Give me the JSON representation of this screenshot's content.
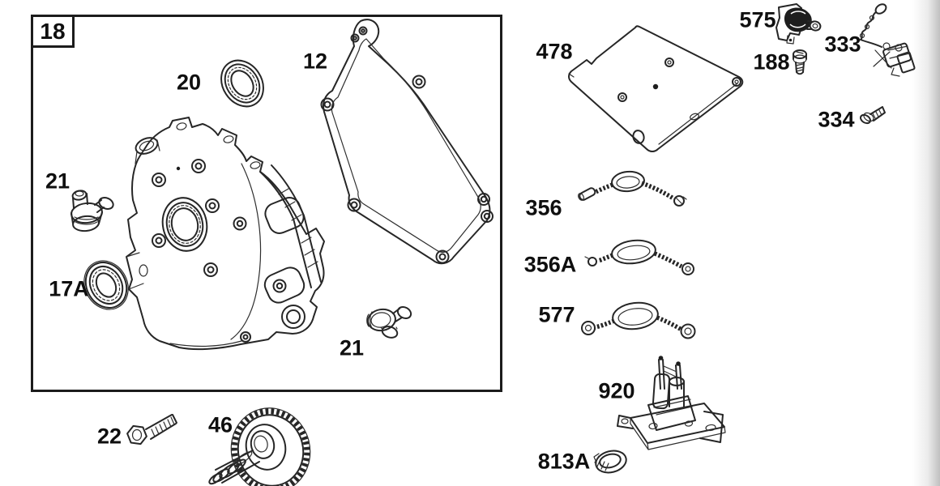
{
  "canvas": {
    "background": "#ffffff",
    "ink": "#262626",
    "label_color": "#0f0f0f",
    "scan_edge_shade": "#9a9a9a"
  },
  "figure": {
    "number": "18"
  },
  "part_labels": {
    "p20": "20",
    "p12": "12",
    "p21_upper": "21",
    "p17a": "17A",
    "p21_lower": "21",
    "p22": "22",
    "p46": "46",
    "p478": "478",
    "p575": "575",
    "p333": "333",
    "p188": "188",
    "p334": "334",
    "p356": "356",
    "p356a": "356A",
    "p577": "577",
    "p920": "920",
    "p813a": "813A"
  }
}
